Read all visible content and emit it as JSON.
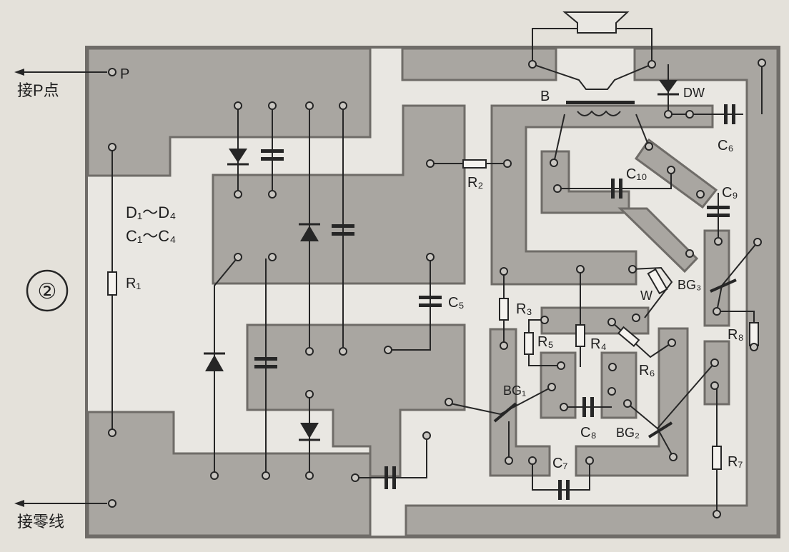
{
  "figure_number": "②",
  "connections": {
    "p_point": "接P点",
    "neutral": "接零线",
    "p_label": "P"
  },
  "group_labels": {
    "diodes": "D₁～D₄",
    "capacitors": "C₁～C₄"
  },
  "components": {
    "R1": "R₁",
    "R2": "R₂",
    "R3": "R₃",
    "R4": "R₄",
    "R5": "R₅",
    "R6": "R₆",
    "R7": "R₇",
    "R8": "R₈",
    "C5": "C₅",
    "C6": "C₆",
    "C7": "C₇",
    "C8": "C₈",
    "C9": "C₉",
    "C10": "C₁₀",
    "BG1": "BG₁",
    "BG2": "BG₂",
    "BG3": "BG₃",
    "B": "B",
    "DW": "DW",
    "W": "W"
  },
  "colors": {
    "pad": "#a9a6a1",
    "board": "#e9e7e2",
    "trace": "#262626"
  }
}
